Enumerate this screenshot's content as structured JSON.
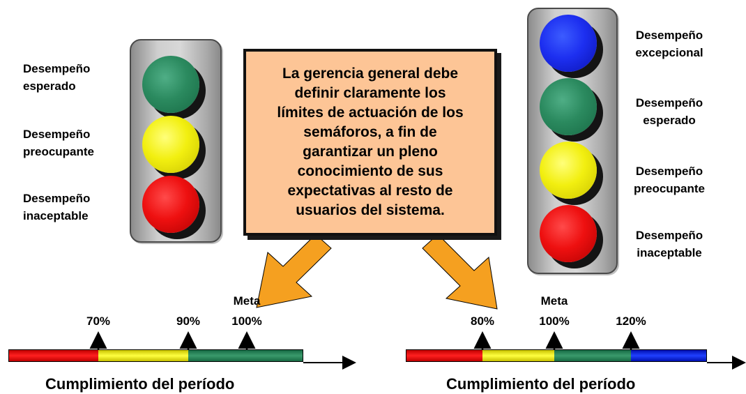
{
  "left_light": {
    "labels": [
      {
        "line1": "Desempeño",
        "line2": "esperado"
      },
      {
        "line1": "Desempeño",
        "line2": "preocupante"
      },
      {
        "line1": "Desempeño",
        "line2": "inaceptable"
      }
    ],
    "colors": [
      "#2b8a5f",
      "#f2ef10",
      "#ee1010"
    ]
  },
  "right_light": {
    "labels": [
      {
        "line1": "Desempeño",
        "line2": "excepcional"
      },
      {
        "line1": "Desempeño",
        "line2": "esperado"
      },
      {
        "line1": "Desempeño",
        "line2": "preocupante"
      },
      {
        "line1": "Desempeño",
        "line2": "inaceptable"
      }
    ],
    "colors": [
      "#1d2ff0",
      "#2b8a5f",
      "#f2ef10",
      "#ee1010"
    ]
  },
  "note": {
    "text": "La gerencia general debe\ndefinir claramente los\nlímites de actuación de los\nsemáforos, a fin de\ngarantizar un pleno\nconocimiento de sus\nexpectativas al resto de\nusuarios del sistema.",
    "background": "#fdc596"
  },
  "arrow_color": "#f5a020",
  "left_scale": {
    "ticks": [
      "70%",
      "90%",
      "100%"
    ],
    "meta_label": "Meta",
    "footer": "Cumplimiento del período"
  },
  "right_scale": {
    "ticks": [
      "80%",
      "100%",
      "120%"
    ],
    "meta_label": "Meta",
    "footer": "Cumplimiento del período"
  }
}
